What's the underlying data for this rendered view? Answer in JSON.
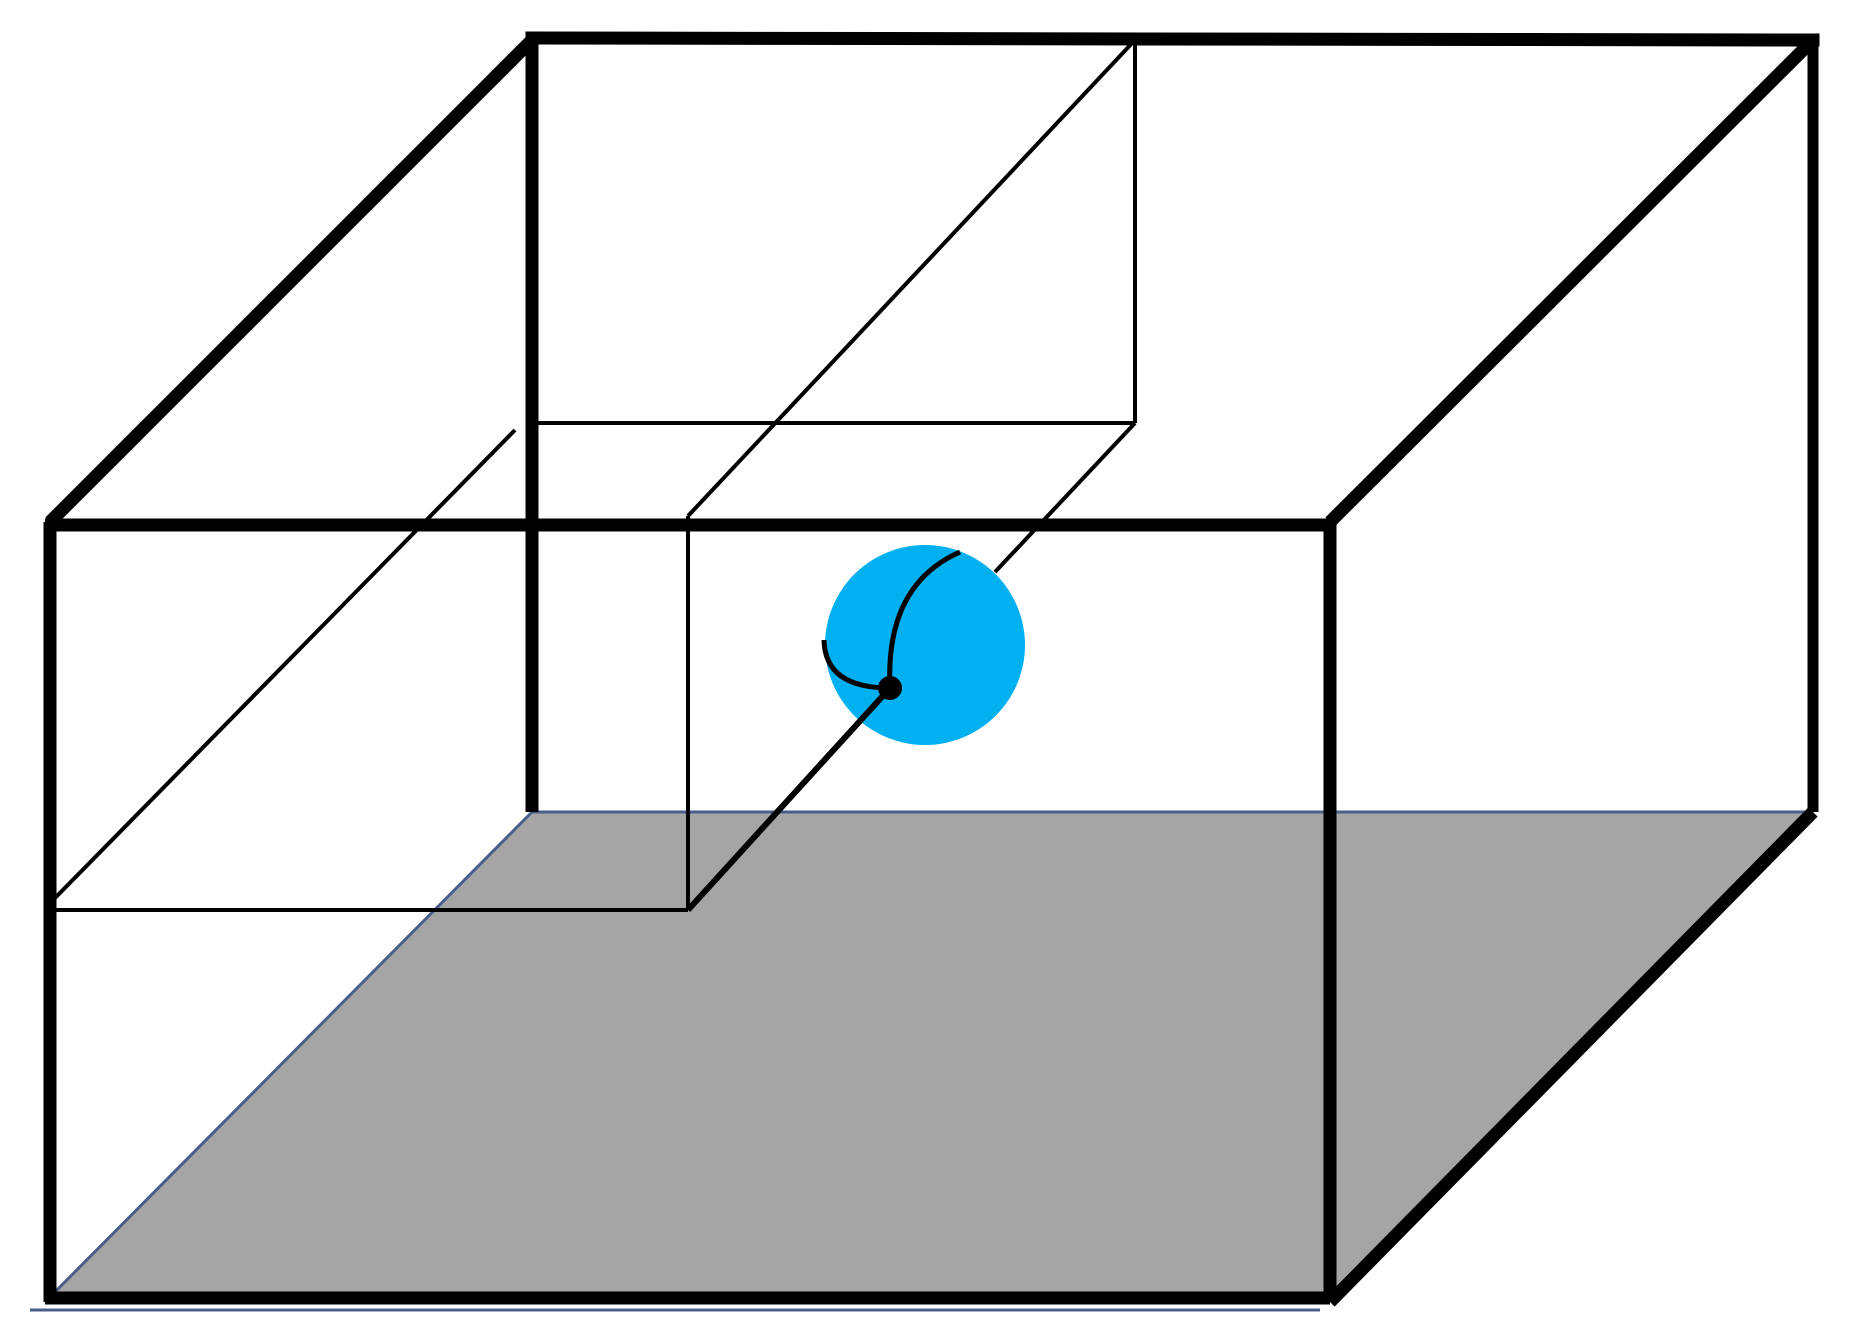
{
  "diagram": {
    "colors": {
      "floor_fill": "#a5a5a5",
      "floor_edge": "#4a5e8a",
      "frame_edge": "#000000",
      "sphere_fill": "#00b0f0",
      "pivot_point": "#000000",
      "background": "#ffffff"
    },
    "elements": [
      "outer-box-frame",
      "shaded-floor-plane",
      "inner-section-plane",
      "blue-sphere",
      "pivot-point",
      "curved-arcs"
    ]
  }
}
